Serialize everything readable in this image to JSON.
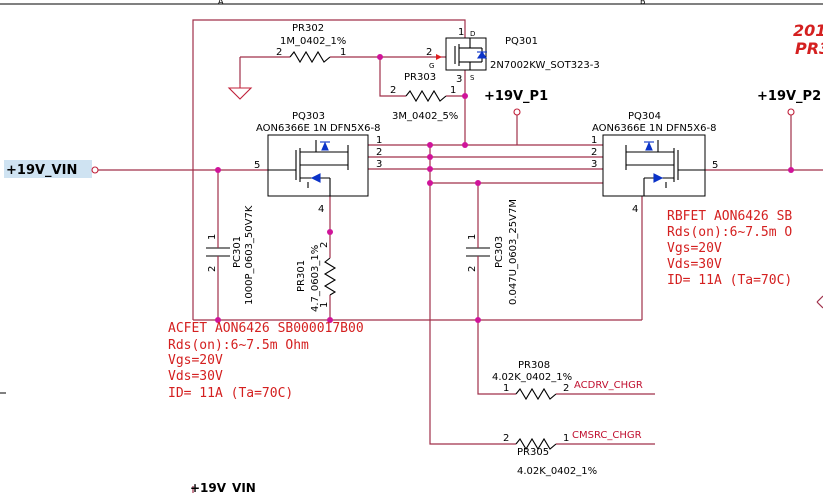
{
  "border": {
    "col_a": "A",
    "col_b": "B"
  },
  "corner": {
    "line1": "201",
    "line2": "PR3"
  },
  "nets": {
    "vin": "+19V_VIN",
    "vin_bottom": "+19V_VIN",
    "p1": "+19V_P1",
    "p2": "+19V_P2",
    "acdrv": "ACDRV_CHGR",
    "cmsrc": "CMSRC_CHGR"
  },
  "parts": {
    "pr302": {
      "ref": "PR302",
      "value": "1M_0402_1%",
      "pin1": "1",
      "pin2": "2"
    },
    "pr303": {
      "ref": "PR303",
      "value": "3M_0402_5%",
      "pin1": "1",
      "pin2": "2"
    },
    "pq301": {
      "ref": "PQ301",
      "value": "2N7002KW_SOT323-3",
      "pin_d": "D",
      "pin_g": "G",
      "pin_s": "S",
      "num1": "1",
      "num2": "2",
      "num3": "3"
    },
    "pq303": {
      "ref": "PQ303",
      "value": "AON6366E 1N DFN5X6-8",
      "p1": "1",
      "p2": "2",
      "p3": "3",
      "p4": "4",
      "p5": "5"
    },
    "pq304": {
      "ref": "PQ304",
      "value": "AON6366E 1N DFN5X6-8",
      "p1": "1",
      "p2": "2",
      "p3": "3",
      "p4": "4",
      "p5": "5"
    },
    "pc301": {
      "ref": "PC301",
      "value": "1000P_0603_50V7K",
      "pin1": "1",
      "pin2": "2"
    },
    "pr301": {
      "ref": "PR301",
      "value": "4.7_0603_1%",
      "pin1": "1",
      "pin2": "2"
    },
    "pc303": {
      "ref": "PC303",
      "value": "0.047U_0603_25V7M",
      "pin1": "1",
      "pin2": "2"
    },
    "pr308": {
      "ref": "PR308",
      "value": "4.02K_0402_1%",
      "pin1": "1",
      "pin2": "2"
    },
    "pr305": {
      "ref": "PR305",
      "value": "4.02K_0402_1%",
      "pin1": "1",
      "pin2": "2"
    }
  },
  "notes": {
    "acfet": [
      "ACFET  AON6426  SB000017B00",
      "Rds(on):6~7.5m  Ohm",
      "Vgs=20V",
      "Vds=30V",
      "ID= 11A  (Ta=70C)"
    ],
    "rbfet": [
      "RBFET  AON6426  SB",
      "Rds(on):6~7.5m  O",
      "Vgs=20V",
      "Vds=30V",
      "ID= 11A  (Ta=70C)"
    ]
  }
}
